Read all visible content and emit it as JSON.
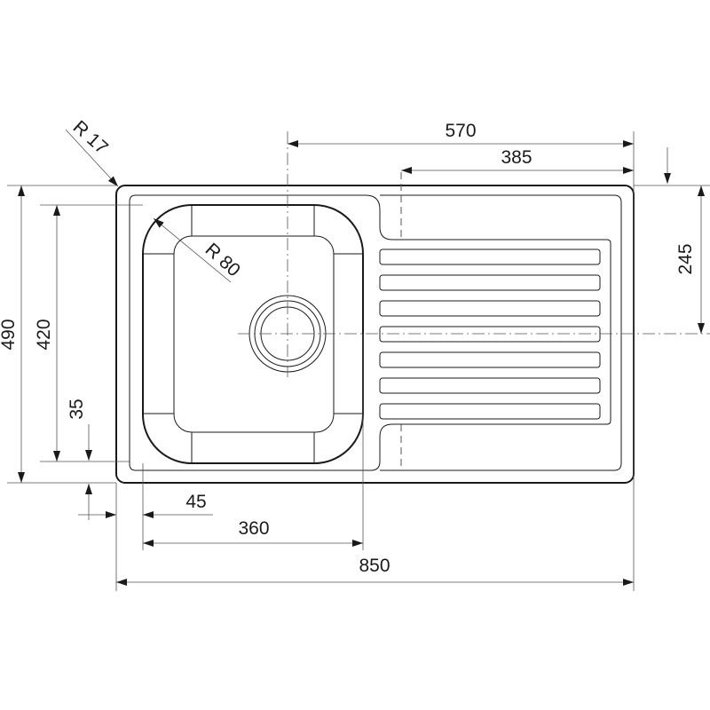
{
  "dimensions": {
    "overall_width": "850",
    "overall_depth": "490",
    "bowl_depth": "420",
    "bowl_width": "360",
    "offset_45": "45",
    "offset_35": "35",
    "drain_center_from_right": "570",
    "drainboard_width": "385",
    "drain_center_from_top": "245",
    "corner_radius_outer": "R 17",
    "corner_radius_bowl": "R 80"
  },
  "drainboard": {
    "ribs": 7
  },
  "colors": {
    "line": "#1a1a1a",
    "background": "#ffffff"
  }
}
